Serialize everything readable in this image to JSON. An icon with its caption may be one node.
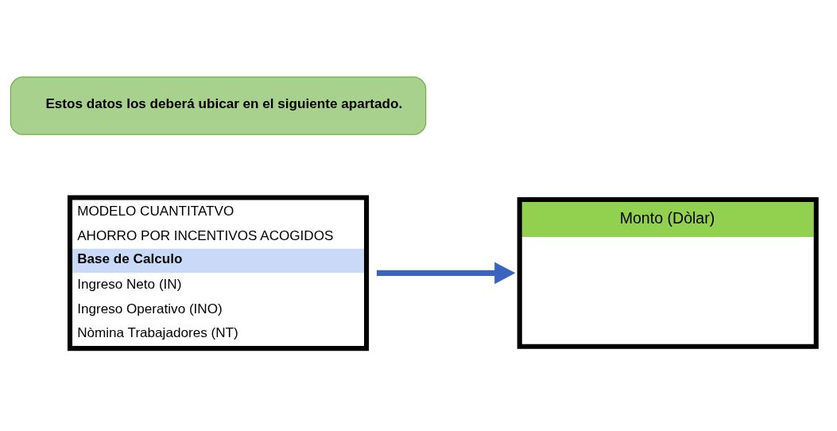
{
  "diagram": {
    "nodes": [
      {
        "text": [
          "MODELO CUANTITATVO",
          "AHORRO POR INCENTIVOS ACOGIDOS",
          "Base de Calculo",
          "Ingreso Neto (IN)",
          "Ingreso Operativo (INO)",
          "Nòmina Trabajadores (NT)"
        ]
      },
      {
        "text": [
          "Monto (Dòlar)"
        ]
      },
      {
        "text": [
          "Estos datos los deberá ubicar en el siguiente apartado."
        ]
      }
    ],
    "edges": [
      {
        "from": 0,
        "to": 1,
        "arrow": "to"
      }
    ]
  }
}
